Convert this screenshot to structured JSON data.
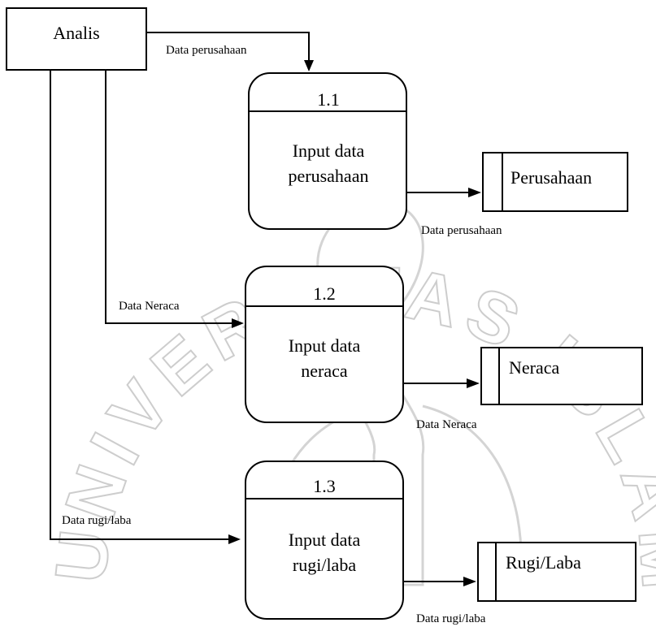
{
  "watermark": {
    "text_arc": "UNIVERSITAS ISLAM INDONESIA"
  },
  "entity": {
    "label": "Analis"
  },
  "processes": [
    {
      "number": "1.1",
      "line1": "Input data",
      "line2": "perusahaan"
    },
    {
      "number": "1.2",
      "line1": "Input data",
      "line2": "neraca"
    },
    {
      "number": "1.3",
      "line1": "Input data",
      "line2": "rugi/laba"
    }
  ],
  "stores": [
    {
      "label": "Perusahaan"
    },
    {
      "label": "Neraca"
    },
    {
      "label": "Rugi/Laba"
    }
  ],
  "flows": {
    "in_1": "Data perusahaan",
    "in_2": "Data Neraca",
    "in_3": "Data rugi/laba",
    "out_1": "Data perusahaan",
    "out_2": "Data Neraca",
    "out_3": "Data rugi/laba"
  }
}
